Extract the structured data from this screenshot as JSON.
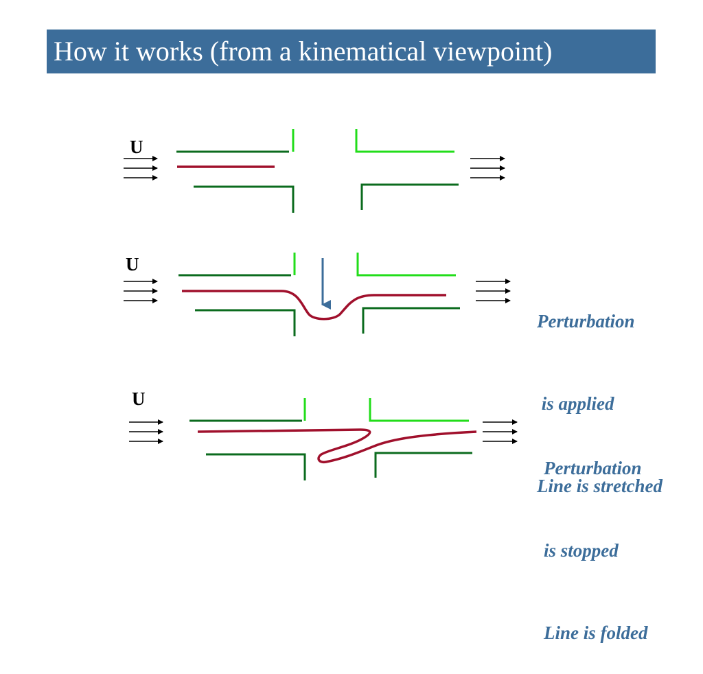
{
  "title": "How it works (from a kinematical viewpoint)",
  "colors": {
    "title_bar": "#3c6d9a",
    "dark_green": "#0b6b1e",
    "light_green": "#22dd1a",
    "line": "#a0102c",
    "arrow_blue": "#3c6d9a",
    "caption": "#3c6d9a"
  },
  "panels": [
    {
      "u_label": "U",
      "caption_lines": []
    },
    {
      "u_label": "U",
      "caption_lines": [
        "Perturbation",
        " is applied",
        "Line is stretched"
      ]
    },
    {
      "u_label": "U",
      "caption_lines": [
        "Perturbation",
        "is stopped",
        "Line is folded"
      ]
    }
  ]
}
